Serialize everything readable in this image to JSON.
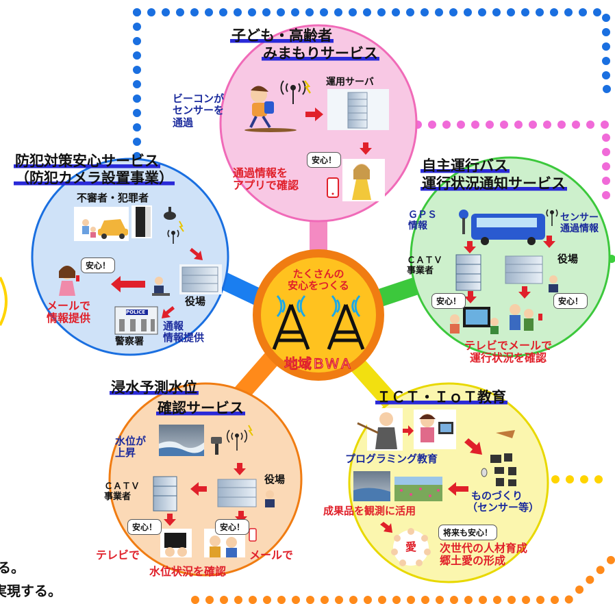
{
  "center": {
    "slogan_line1": "たくさんの",
    "slogan_line2": "安心をつくる",
    "name": "地域ＢＷＡ"
  },
  "child_service": {
    "title_line1": "子ども・高齢者",
    "title_line2": "みまもりサービス",
    "beacon_text": [
      "ビーコンが",
      "センサーを",
      "通過"
    ],
    "server_label": "運用サーバ",
    "app_text": [
      "通過情報を",
      "アプリで確認"
    ],
    "bubble": "安心！"
  },
  "crime_service": {
    "title_line1": "防犯対策安心サービス",
    "title_line2": "（防犯カメラ設置事業）",
    "suspect_label": "不審者・犯罪者",
    "bubble": "安心！",
    "mail_text": [
      "メールで",
      "情報提供"
    ],
    "office_label": "役場",
    "report_text": [
      "通報",
      "情報提供"
    ],
    "police_label": "警察署",
    "police_sign": "POLICE"
  },
  "bus_service": {
    "title_line1": "自主運行バス",
    "title_line2": "運行状況通知サービス",
    "gps_text": [
      "ＧＰＳ",
      "情報"
    ],
    "sensor_text": [
      "センサー",
      "通過情報"
    ],
    "catv_text": [
      "ＣＡＴＶ",
      "事業者"
    ],
    "office_label": "役場",
    "bubble_left": "安心！",
    "bubble_right": "安心！",
    "result_text": [
      "テレビでメールで",
      "運行状況を確認"
    ]
  },
  "flood_service": {
    "title_line1": "浸水予測水位",
    "title_line2": "確認サービス",
    "rise_text": [
      "水位が",
      "上昇"
    ],
    "catv_text": [
      "ＣＡＴＶ",
      "事業者"
    ],
    "office_label": "役場",
    "bubble_left": "安心！",
    "bubble_right": "安心！",
    "tv_label": "テレビで",
    "mail_label": "メールで",
    "result_label": "水位状況を確認"
  },
  "ict_service": {
    "title": "ＩＣＴ・ＩｏＴ教育",
    "programming_label": "プログラミング教育",
    "making_text": [
      "ものづくり",
      "（センサー等）"
    ],
    "observe_label": "成果品を観測に活用",
    "bubble": "将来も安心！",
    "future_text": [
      "次世代の人材育成",
      "郷土愛の形成"
    ],
    "love_char": "愛"
  },
  "bottom_left_fragments": [
    "る。",
    "を実現する。"
  ],
  "colors": {
    "child": "#f8c8e4",
    "crime": "#cfe2f8",
    "bus": "#cdf0cc",
    "flood": "#fbd9b6",
    "ict": "#fbf6ae",
    "center_fill": "#ffc21f",
    "center_ring": "#f07c12",
    "accent_blue": "#1a2a9c",
    "accent_red": "#e0202a"
  }
}
